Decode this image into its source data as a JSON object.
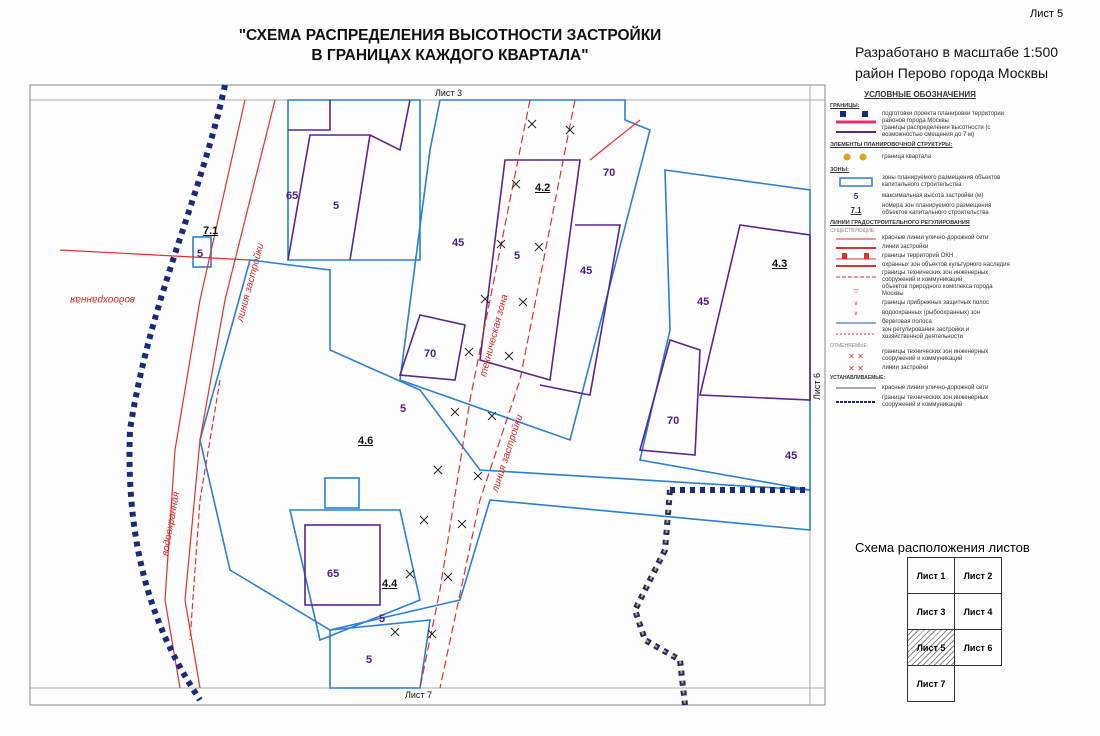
{
  "sheet_number": "Лист 5",
  "title": [
    "\"СХЕМА РАСПРЕДЕЛЕНИЯ ВЫСОТНОСТИ ЗАСТРОЙКИ",
    "В ГРАНИЦАХ КАЖДОГО КВАРТАЛА\""
  ],
  "scale": [
    "Разработано в масштабе 1:500",
    "район Перово города Москвы"
  ],
  "map": {
    "edge_labels": {
      "top": "Лист 3",
      "right": "Лист 6",
      "bottom": "Лист 7"
    },
    "quarters": [
      "7.1",
      "4.2",
      "4.3",
      "4.6",
      "4.4"
    ],
    "heights": [
      "65",
      "5",
      "5",
      "45",
      "5",
      "45",
      "70",
      "70",
      "45",
      "70",
      "45",
      "5",
      "65",
      "5",
      "5"
    ],
    "road_labels": [
      "линия застройки",
      "водоохранная",
      "водоохранная",
      "техническая зона",
      "линия застройки"
    ]
  },
  "legend": {
    "title": "УСЛОВНЫЕ ОБОЗНАЧЕНИЯ",
    "sec_borders": "ГРАНИЦЫ:",
    "b1": "подготовки проекта планировки территории районов города Москвы",
    "b2": "границы распределения высотности (с возможностью смещения до 7 м)",
    "sec_elements": "ЭЛЕМЕНТЫ ПЛАНИРОВОЧНОЙ СТРУКТУРЫ:",
    "e1": "граница квартала",
    "sec_zones": "ЗОНЫ:",
    "z1": "зоны планируемого размещения объектов капитального строительства",
    "z2_sym": "5",
    "z2": "максимальная высота застройки (м)",
    "z3_sym": "7.1",
    "z3": "номера зон планируемого размещения объектов капитального строительства",
    "sec_lines": "ЛИНИИ ГРАДОСТРОИТЕЛЬНОГО РЕГУЛИРОВАНИЯ",
    "sub_existing": "СУЩЕСТВУЮЩИЕ:",
    "l": [
      "красные линии улично-дорожной сети",
      "линии застройки",
      "границы территорий ОКН",
      "охранных зон объектов культурного наследия",
      "границы технических зон инженерных сооружений и коммуникаций",
      "объектов природного комплекса города Москвы",
      "границы прибрежных защитных полос",
      "водоохранных (рыбоохранных) зон",
      "береговая полоса",
      "зон регулирования застройки и хозяйственной деятельности"
    ],
    "sub_cancelled": "ОТМЕНЯЕМЫЕ:",
    "c": [
      "границы технических зон инженерных сооружений и коммуникаций",
      "линии застройки"
    ],
    "sub_set": "УСТАНАВЛИВАЕМЫЕ:",
    "s": [
      "красные линии улично-дорожной сети",
      "границы технических зон инженерных сооружений и коммуникаций"
    ]
  },
  "sheet_scheme": {
    "title": "Схема расположения листов",
    "sheets": [
      "Лист 1",
      "Лист 2",
      "Лист 3",
      "Лист 4",
      "Лист 5",
      "Лист 6",
      "Лист 7"
    ],
    "current": "Лист 5"
  },
  "colors": {
    "zone": "#2a7fd4",
    "height_border": "#5a2590",
    "red": "#e03030",
    "navy": "#1a2a7a"
  }
}
